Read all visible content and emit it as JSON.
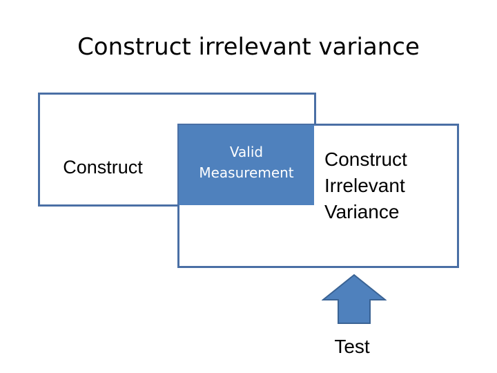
{
  "title": "Construct irrelevant variance",
  "diagram": {
    "construct_label": "Construct",
    "valid_label_line1": "Valid",
    "valid_label_line2": "Measurement",
    "civ_line1": "Construct",
    "civ_line2": "Irrelevant",
    "civ_line3": "Variance",
    "test_label": "Test",
    "arrow_icon": "up-arrow-icon"
  },
  "colors": {
    "border": "#4a6fa5",
    "overlap_fill": "#4f81bd",
    "arrow_fill": "#4f81bd"
  }
}
